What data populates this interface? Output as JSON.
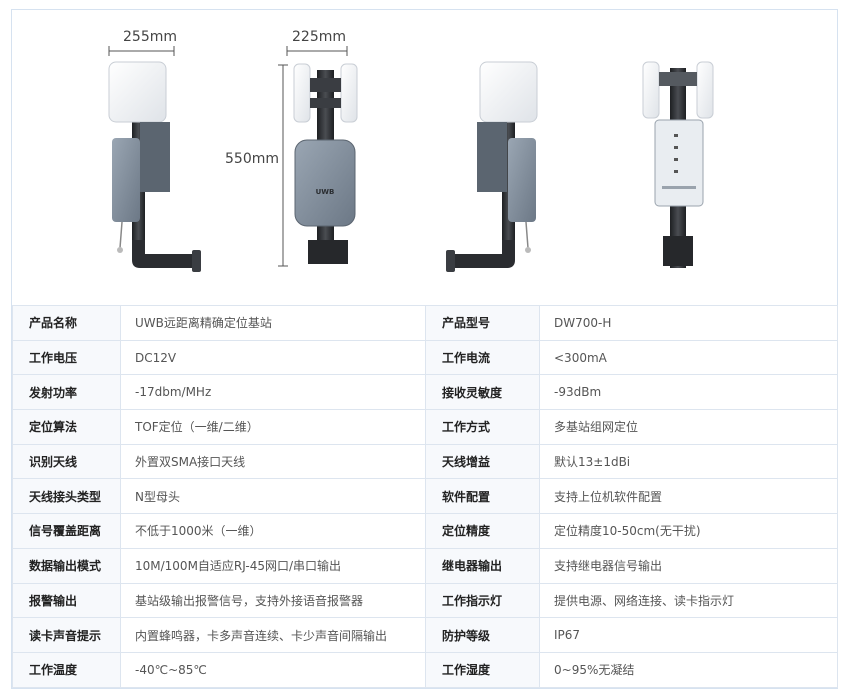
{
  "figure": {
    "dims": {
      "width1": "255mm",
      "width2": "225mm",
      "height": "550mm"
    },
    "labels": {
      "device_logo": "UWB"
    }
  },
  "specs": [
    {
      "left_key": "产品名称",
      "left_value": "UWB远距离精确定位基站",
      "right_key": "产品型号",
      "right_value": "DW700-H"
    },
    {
      "left_key": "工作电压",
      "left_value": "DC12V",
      "right_key": "工作电流",
      "right_value": "<300mA"
    },
    {
      "left_key": "发射功率",
      "left_value": "-17dbm/MHz",
      "right_key": "接收灵敏度",
      "right_value": "-93dBm"
    },
    {
      "left_key": "定位算法",
      "left_value": "TOF定位（一维/二维）",
      "right_key": "工作方式",
      "right_value": "多基站组网定位"
    },
    {
      "left_key": "识别天线",
      "left_value": "外置双SMA接口天线",
      "right_key": "天线增益",
      "right_value": "默认13±1dBi"
    },
    {
      "left_key": "天线接头类型",
      "left_value": "N型母头",
      "right_key": "软件配置",
      "right_value": "支持上位机软件配置"
    },
    {
      "left_key": "信号覆盖距离",
      "left_value": "不低于1000米（一维）",
      "right_key": "定位精度",
      "right_value": "定位精度10-50cm(无干扰)"
    },
    {
      "left_key": "数据输出模式",
      "left_value": "10M/100M自适应RJ-45网口/串口输出",
      "right_key": "继电器输出",
      "right_value": "支持继电器信号输出"
    },
    {
      "left_key": "报警输出",
      "left_value": "基站级输出报警信号，支持外接语音报警器",
      "right_key": "工作指示灯",
      "right_value": "提供电源、网络连接、读卡指示灯"
    },
    {
      "left_key": "读卡声音提示",
      "left_value": "内置蜂鸣器，卡多声音连续、卡少声音间隔输出",
      "right_key": "防护等级",
      "right_value": "IP67"
    },
    {
      "left_key": "工作温度",
      "left_value": "-40℃~85℃",
      "right_key": "工作湿度",
      "right_value": "0~95%无凝结"
    }
  ]
}
